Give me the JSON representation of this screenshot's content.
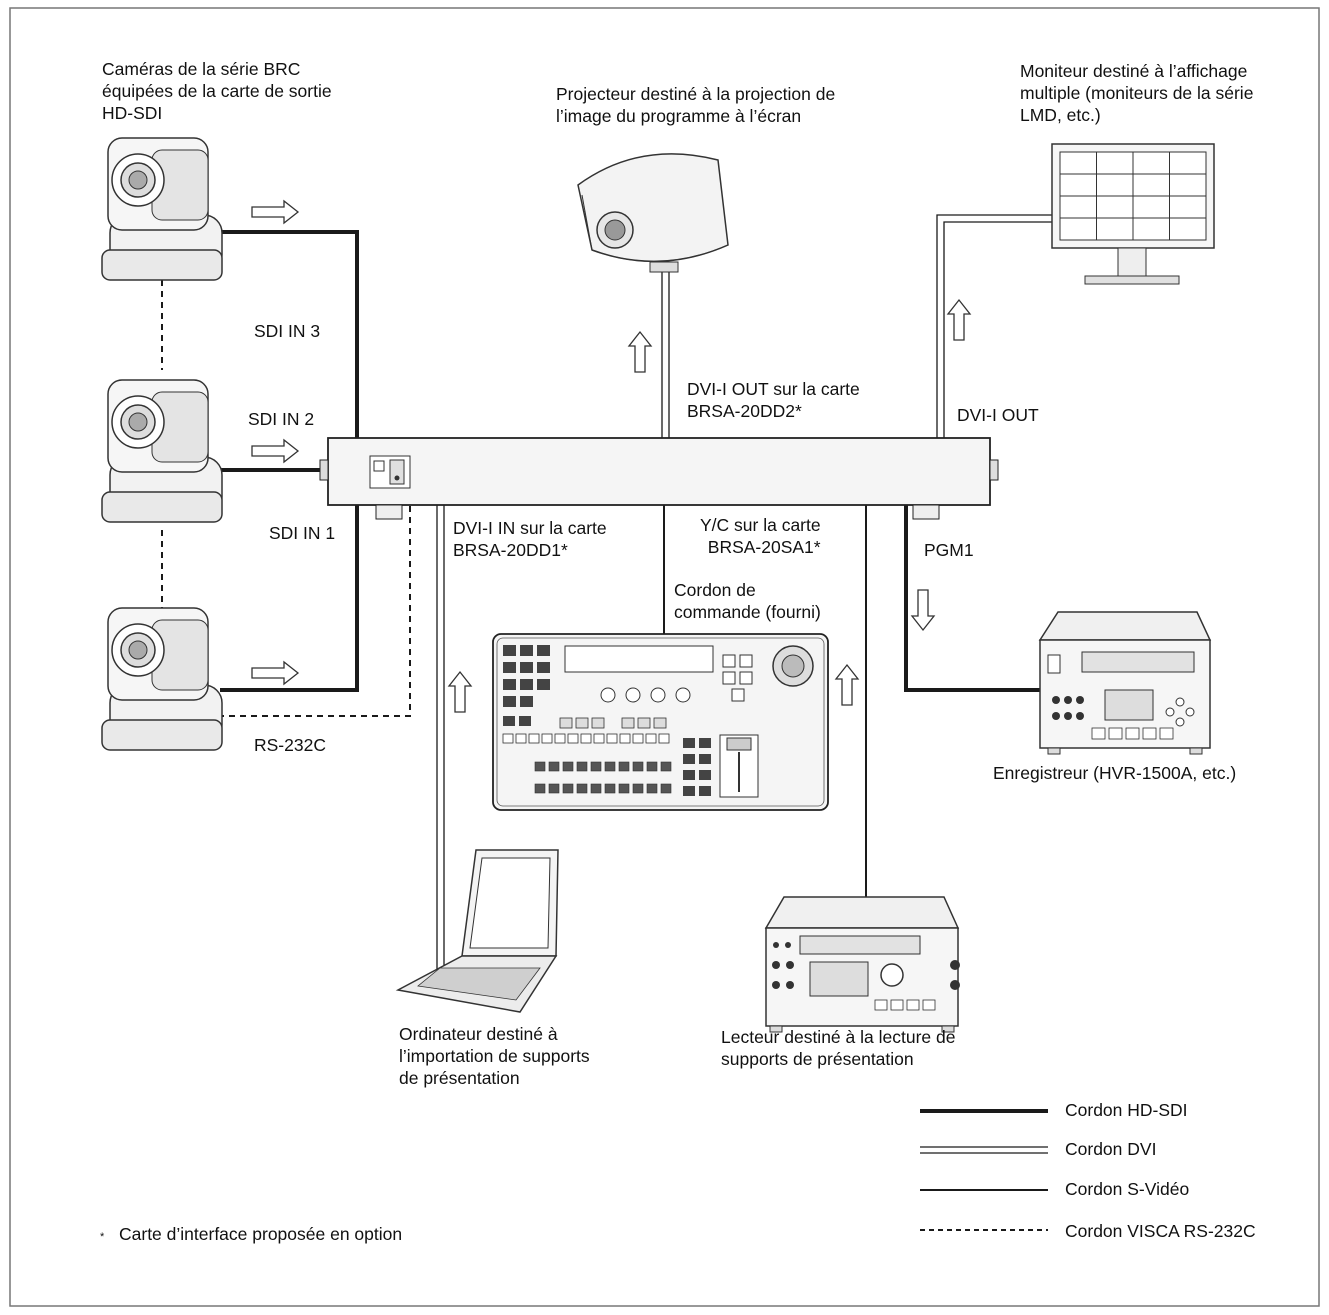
{
  "labels": {
    "cameras": "Caméras de la série BRC\néquipées de la carte de sortie\nHD-SDI",
    "projector": "Projecteur destiné à la projection de\nl’image du programme à l’écran",
    "monitor": "Moniteur destiné à l’affichage\nmultiple (moniteurs de la série\nLMD, etc.)",
    "sdi_in_3": "SDI IN 3",
    "sdi_in_2": "SDI IN 2",
    "sdi_in_1": "SDI IN 1",
    "rs232c": "RS-232C",
    "dvi_out_card": "DVI-I OUT sur la carte\nBRSA-20DD2*",
    "dvi_out": "DVI-I OUT",
    "dvi_in_card": "DVI-I IN sur la carte\nBRSA-20DD1*",
    "yc_card": "Y/C sur la carte\nBRSA-20SA1*",
    "pgm1": "PGM1",
    "control_cord": "Cordon de\ncommande (fourni)",
    "recorder": "Enregistreur (HVR-1500A, etc.)",
    "computer": "Ordinateur destiné à\nl’importation de supports\nde présentation",
    "player": "Lecteur destiné à la lecture de\nsupports de présentation",
    "footnote_mark": "*",
    "footnote": "Carte d’interface proposée en option"
  },
  "legend": [
    {
      "style": "hd-sdi",
      "label": "Cordon HD-SDI"
    },
    {
      "style": "dvi",
      "label": "Cordon DVI"
    },
    {
      "style": "s-video",
      "label": "Cordon S-Vidéo"
    },
    {
      "style": "visca",
      "label": "Cordon VISCA RS-232C"
    }
  ],
  "colors": {
    "line": "#1a1a1a",
    "device_fill": "#f4f4f4",
    "device_dark": "#cfcfcf"
  }
}
